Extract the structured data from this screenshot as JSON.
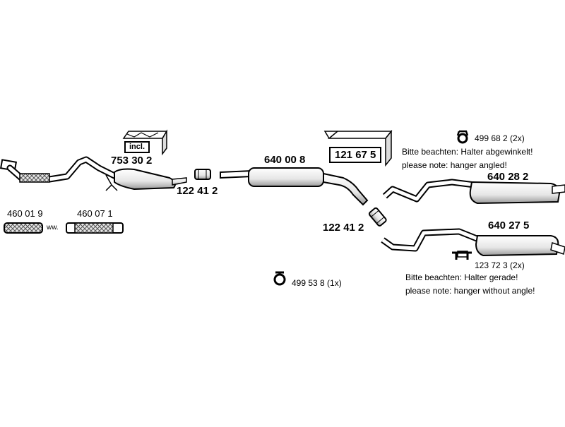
{
  "parts": {
    "catalyst": "753 30 2",
    "incl_kit": "incl.",
    "clamp_left": "122 41 2",
    "center_muffler": "640 00 8",
    "kit_box": "121 67 5",
    "clamp_right": "122 41 2",
    "rear_muffler_angled": "640 28 2",
    "rear_muffler_straight": "640 27 5",
    "flex_a": "460 01 9",
    "flex_b": "460 07 1",
    "flex_alt": "ww.",
    "hanger_main": "499 53 8  (1x)",
    "hanger_angled": "499 68 2 (2x)",
    "hanger_straight": "123 72 3 (2x)"
  },
  "notes": {
    "angled_de": "Bitte beachten: Halter abgewinkelt!",
    "angled_en": "please note: hanger angled!",
    "straight_de": "Bitte beachten: Halter gerade!",
    "straight_en": "please note: hanger without angle!"
  }
}
